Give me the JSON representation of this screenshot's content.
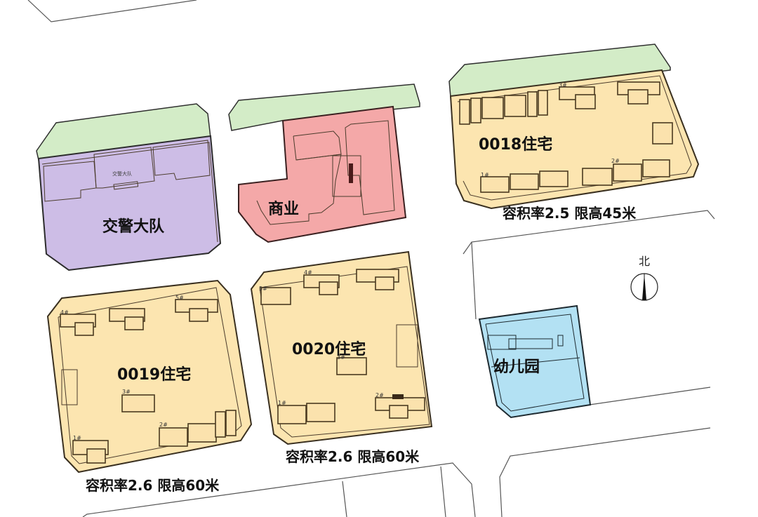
{
  "map": {
    "parcels": [
      {
        "id": "police",
        "label": "交警大队",
        "small_label": "交警大队",
        "color": "#cdbde6"
      },
      {
        "id": "commercial",
        "label": "商业",
        "color": "#f4a8a8"
      },
      {
        "id": "res_0018",
        "label": "0018住宅",
        "color": "#fce5b0",
        "note": "容积率2.5 限高45米",
        "buildings": [
          "1#",
          "2#",
          "3#"
        ]
      },
      {
        "id": "res_0019",
        "label": "0019住宅",
        "color": "#fce5b0",
        "note": "容积率2.6 限高60米",
        "buildings": [
          "1#",
          "2#",
          "3#",
          "4#",
          "5#"
        ]
      },
      {
        "id": "res_0020",
        "label": "0020住宅",
        "color": "#fce5b0",
        "note": "容积率2.6 限高60米",
        "buildings": [
          "1#",
          "2#",
          "3#",
          "4#",
          "5#"
        ]
      },
      {
        "id": "kindergarten",
        "label": "幼儿园",
        "color": "#b3e1f3"
      }
    ],
    "green_belt_color": "#d3ecc7",
    "north_arrow": {
      "label": "北",
      "icon": "north-arrow-icon"
    }
  }
}
